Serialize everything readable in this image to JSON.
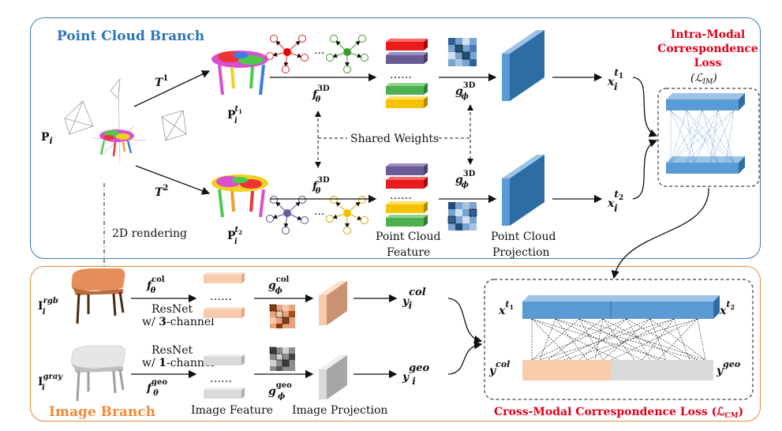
{
  "branches": {
    "point_cloud": "Point Cloud Branch",
    "image": "Image Branch"
  },
  "input": {
    "label": "P",
    "sub": "i"
  },
  "transforms": {
    "t1": "T",
    "t1_sup": "1",
    "t2": "T",
    "t2_sup": "2"
  },
  "augmented": {
    "top": {
      "label": "P",
      "sub": "i",
      "sup": "t",
      "supsub": "1"
    },
    "bottom": {
      "label": "P",
      "sub": "i",
      "sup": "t",
      "supsub": "2"
    }
  },
  "encoders": {
    "f3d": {
      "label": "f",
      "sub": "θ",
      "sup": "3D"
    },
    "g3d": {
      "label": "g",
      "sub": "ϕ",
      "sup": "3D"
    },
    "fcol": {
      "label": "f",
      "sub": "θ",
      "sup": "col"
    },
    "gcol": {
      "label": "g",
      "sub": "ϕ",
      "sup": "col"
    },
    "fgeo": {
      "label": "f",
      "sub": "θ",
      "sup": "geo"
    },
    "ggeo": {
      "label": "g",
      "sub": "ϕ",
      "sup": "geo"
    }
  },
  "shared_weights": "Shared Weights",
  "ellipsis": "……",
  "dots": "···",
  "outputs": {
    "x_t1": {
      "label": "x",
      "sub": "i",
      "sup": "t",
      "supsub": "1"
    },
    "x_t2": {
      "label": "x",
      "sub": "i",
      "sup": "t",
      "supsub": "2"
    },
    "y_col": {
      "label": "y",
      "sub": "i",
      "sup": "col"
    },
    "y_geo": {
      "label": "y",
      "sub": "i",
      "sup": "geo"
    }
  },
  "captions": {
    "pc_feature_1": "Point Cloud",
    "pc_feature_2": "Feature",
    "pc_proj_1": "Point Cloud",
    "pc_proj_2": "Projection",
    "img_feature": "Image Feature",
    "img_proj": "Image Projection",
    "rendering": "2D rendering"
  },
  "image_inputs": {
    "rgb": {
      "label": "I",
      "sub": "i",
      "sup": "rgb"
    },
    "gray": {
      "label": "I",
      "sub": "i",
      "sup": "gray"
    }
  },
  "resnet": {
    "rgb_1": "ResNet",
    "rgb_2a": "w/ ",
    "rgb_2b": "3",
    "rgb_2c": "-channel",
    "gray_1": "ResNet",
    "gray_2a": "w/ ",
    "gray_2b": "1",
    "gray_2c": "-channel"
  },
  "intra_loss": {
    "line1": "Intra-Modal",
    "line2": "Correspondence",
    "line3": "Loss",
    "symbol": "(ℒ",
    "symbol_sub": "IM",
    "symbol_end": ")"
  },
  "cross_loss": {
    "title": "Cross-Modal  Correspondence Loss (ℒ",
    "sub": "CM",
    "end": ")",
    "x1": "x",
    "x1_sup": "t",
    "x1_supsub": "1",
    "x2": "x",
    "x2_sup": "t",
    "x2_supsub": "2",
    "ycol": "y",
    "ycol_sup": "col",
    "ygeo": "y",
    "ygeo_sup": "geo"
  },
  "colors": {
    "pc_border": "#3d7ab3",
    "img_border": "#e08a3c",
    "pc_title": "#2e75b6",
    "img_title": "#ed8a3a",
    "loss_red": "#e0001b",
    "proj_blue": "#5b9bd5",
    "peach": "#f4c7a5",
    "light_gray": "#d9d9d9"
  }
}
